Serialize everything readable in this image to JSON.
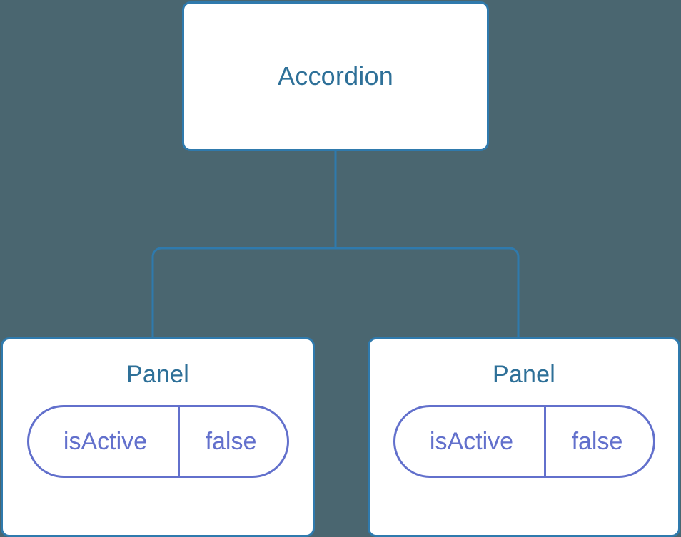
{
  "diagram": {
    "background_color": "#4a6670",
    "accent_color": "#2f7aad",
    "title_color": "#2e7098",
    "pill_color": "#6270cc",
    "root": {
      "label": "Accordion"
    },
    "children": [
      {
        "label": "Panel",
        "state": {
          "key": "isActive",
          "value": "false"
        }
      },
      {
        "label": "Panel",
        "state": {
          "key": "isActive",
          "value": "false"
        }
      }
    ],
    "edges": {
      "root_to_branch": "vertical",
      "branch_to_children": "elbow"
    }
  }
}
